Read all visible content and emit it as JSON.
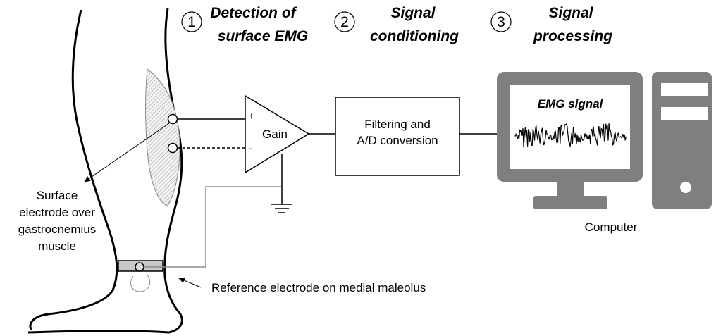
{
  "steps": [
    {
      "number": "1",
      "title_line1": "Detection of",
      "title_line2": "surface EMG"
    },
    {
      "number": "2",
      "title_line1": "Signal",
      "title_line2": "conditioning"
    },
    {
      "number": "3",
      "title_line1": "Signal",
      "title_line2": "processing"
    }
  ],
  "amplifier": {
    "label": "Gain",
    "plus": "+",
    "minus": "-"
  },
  "filter_box": {
    "line1": "Filtering and",
    "line2": "A/D conversion"
  },
  "screen": {
    "label": "EMG signal"
  },
  "labels": {
    "computer": "Computer",
    "surface_electrode": [
      "Surface",
      "electrode over",
      "gastrocnemius",
      "muscle"
    ],
    "reference_electrode": "Reference electrode on medial maleolus"
  },
  "colors": {
    "device_gray": "#7f7f7f",
    "line": "#000000",
    "wire_gray": "#8c8c8c"
  }
}
